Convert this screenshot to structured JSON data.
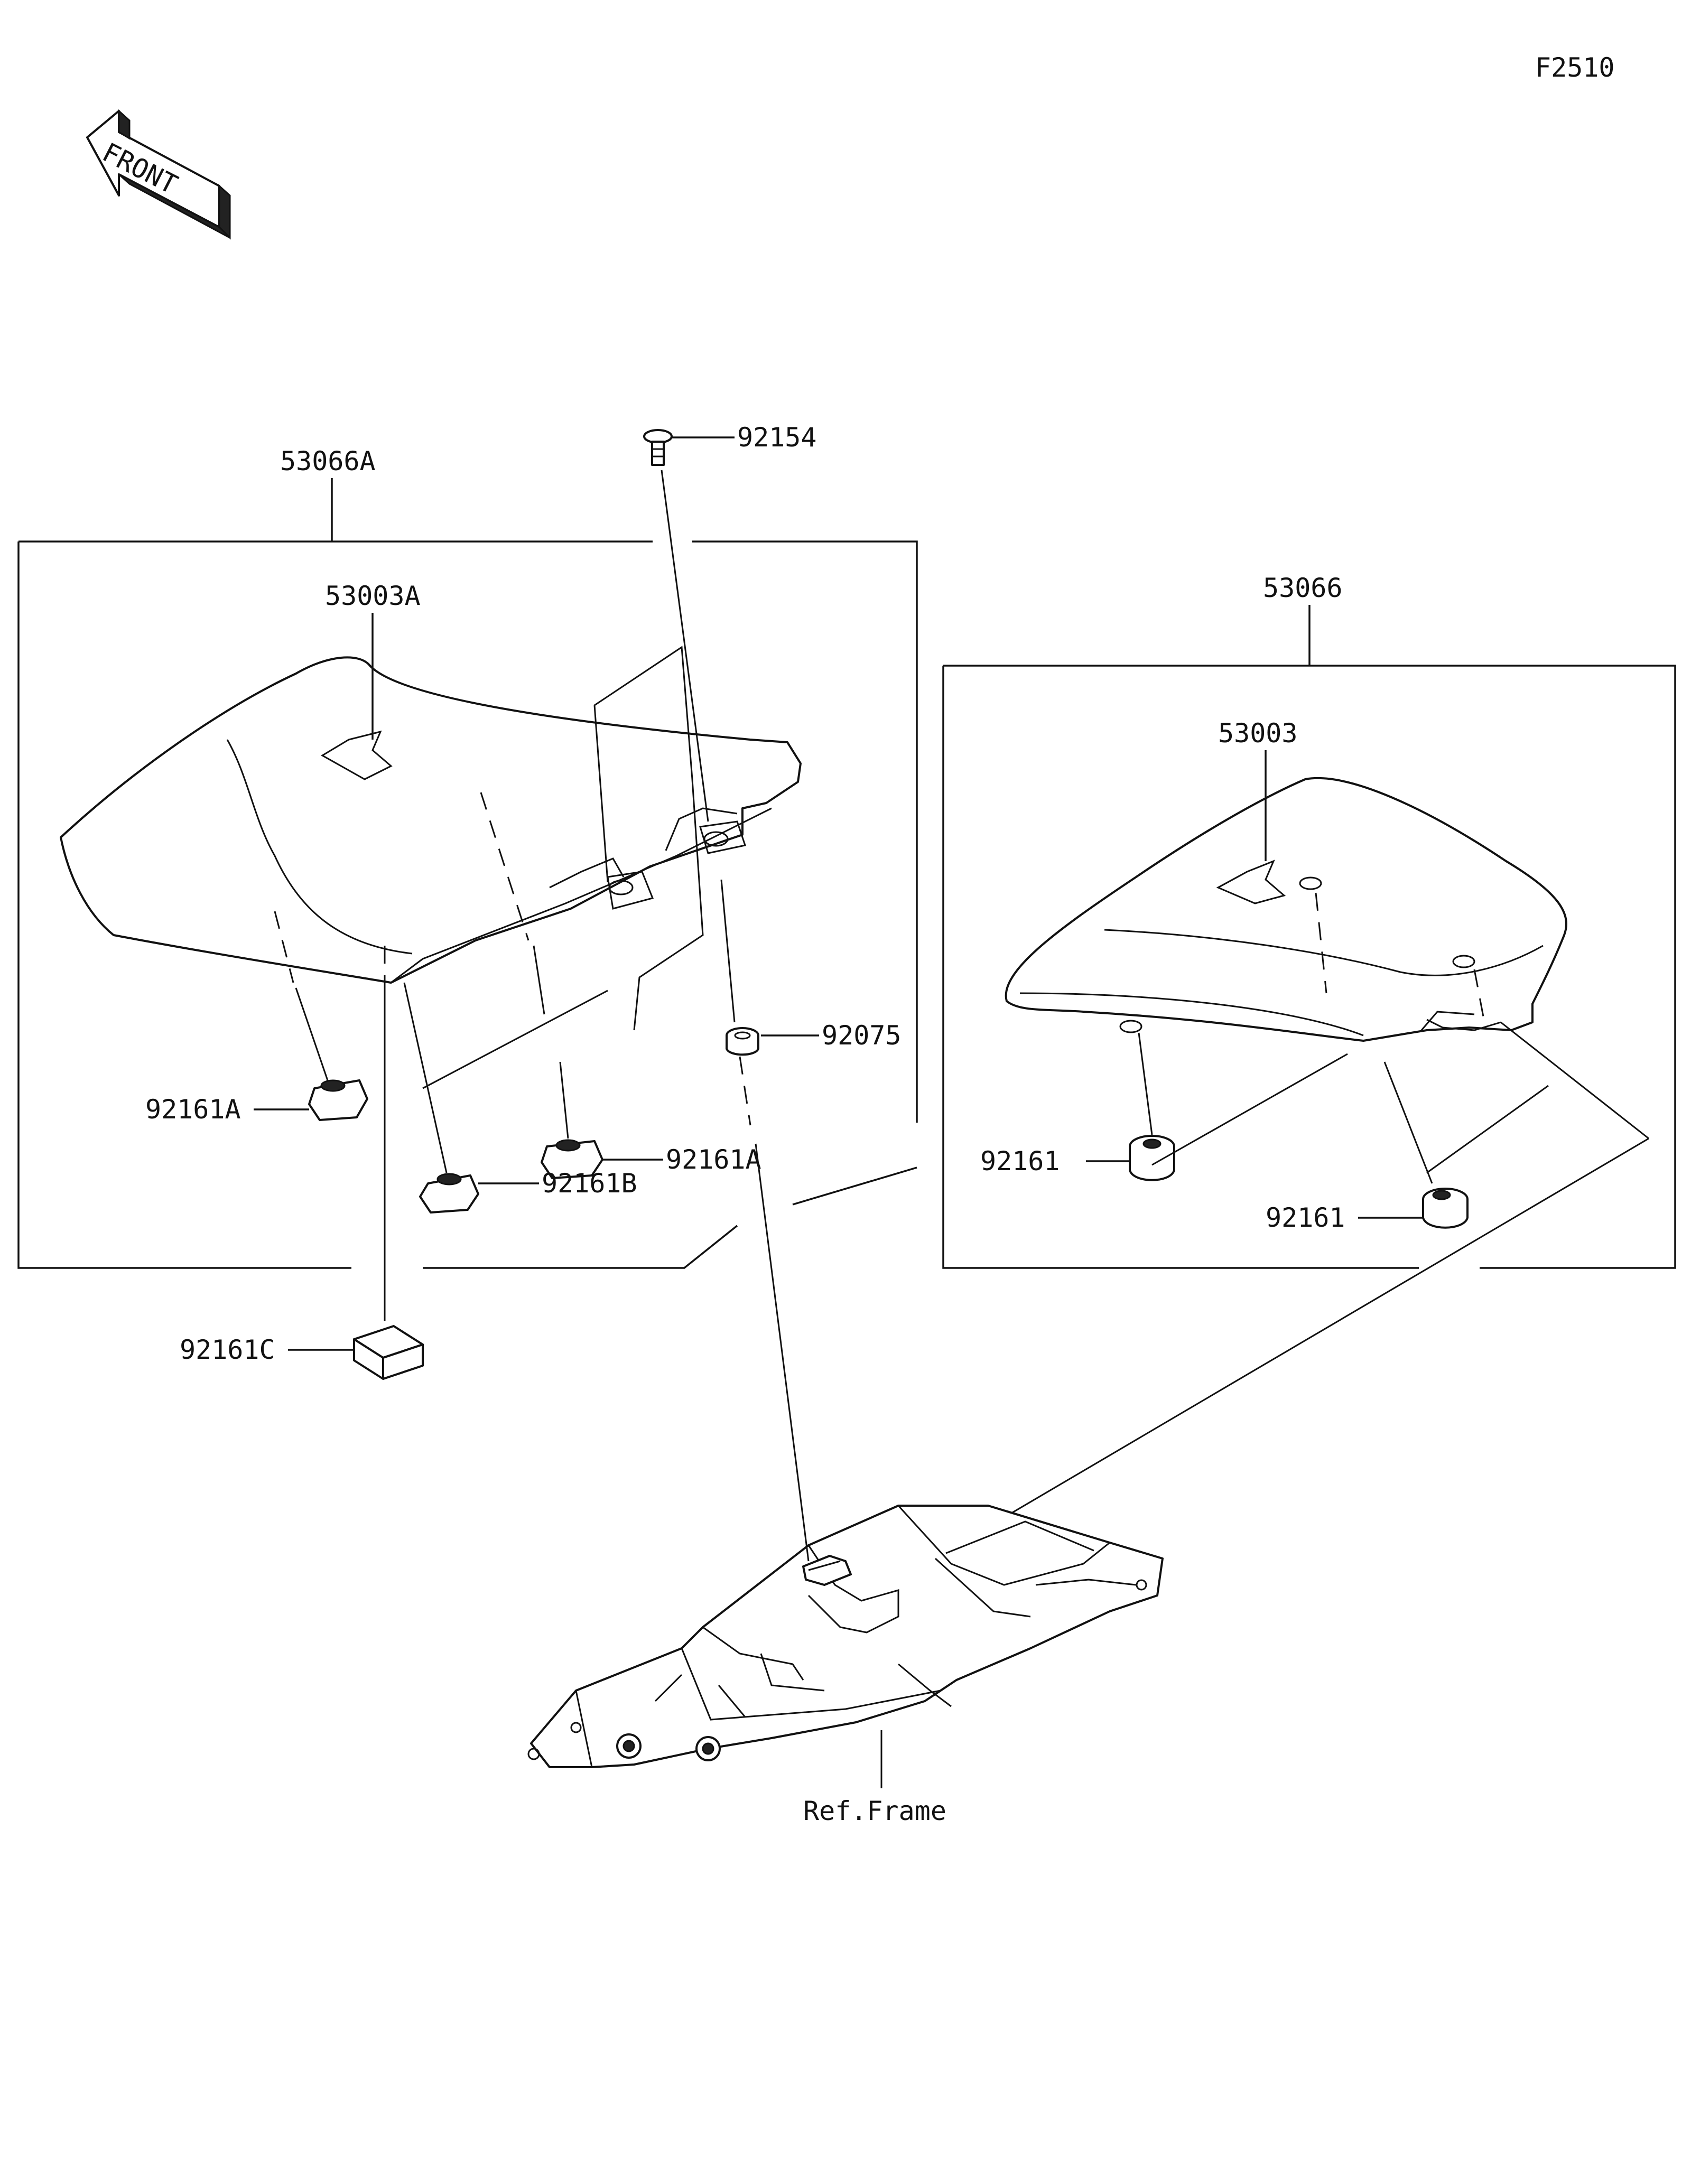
{
  "figure_code": "F2510",
  "front_label": "FRONT",
  "parts": {
    "seat_assy_front": "53066A",
    "seat_base_front": "53003A",
    "bolt": "92154",
    "grommet": "92075",
    "damper_a_left": "92161A",
    "damper_a_right": "92161A",
    "damper_b": "92161B",
    "damper_c": "92161C",
    "seat_assy_rear": "53066",
    "seat_base_rear": "53003",
    "damper_rear_left": "92161",
    "damper_rear_right": "92161"
  },
  "ref_frame": "Ref.Frame"
}
